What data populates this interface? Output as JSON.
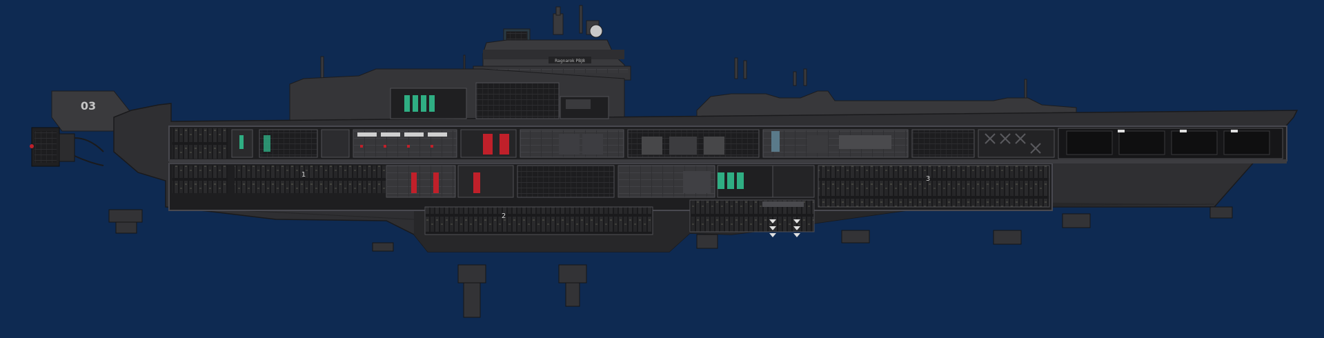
{
  "ship": {
    "hull_number": "03",
    "bridge_nameplate": "Ragnarok PBJ8",
    "hangar_labels": [
      "1",
      "2",
      "3"
    ]
  },
  "colors": {
    "background": "#0e2a52",
    "hull_dark": "#2c2c2e",
    "hull_mid": "#3a3a3d",
    "hull_light": "#4a4a4e",
    "deck_floor": "#1b1b1d",
    "trim": "#5c5c60",
    "accent_green": "#2fae83",
    "accent_red": "#c0202a",
    "label_white": "#d8d8d8"
  }
}
